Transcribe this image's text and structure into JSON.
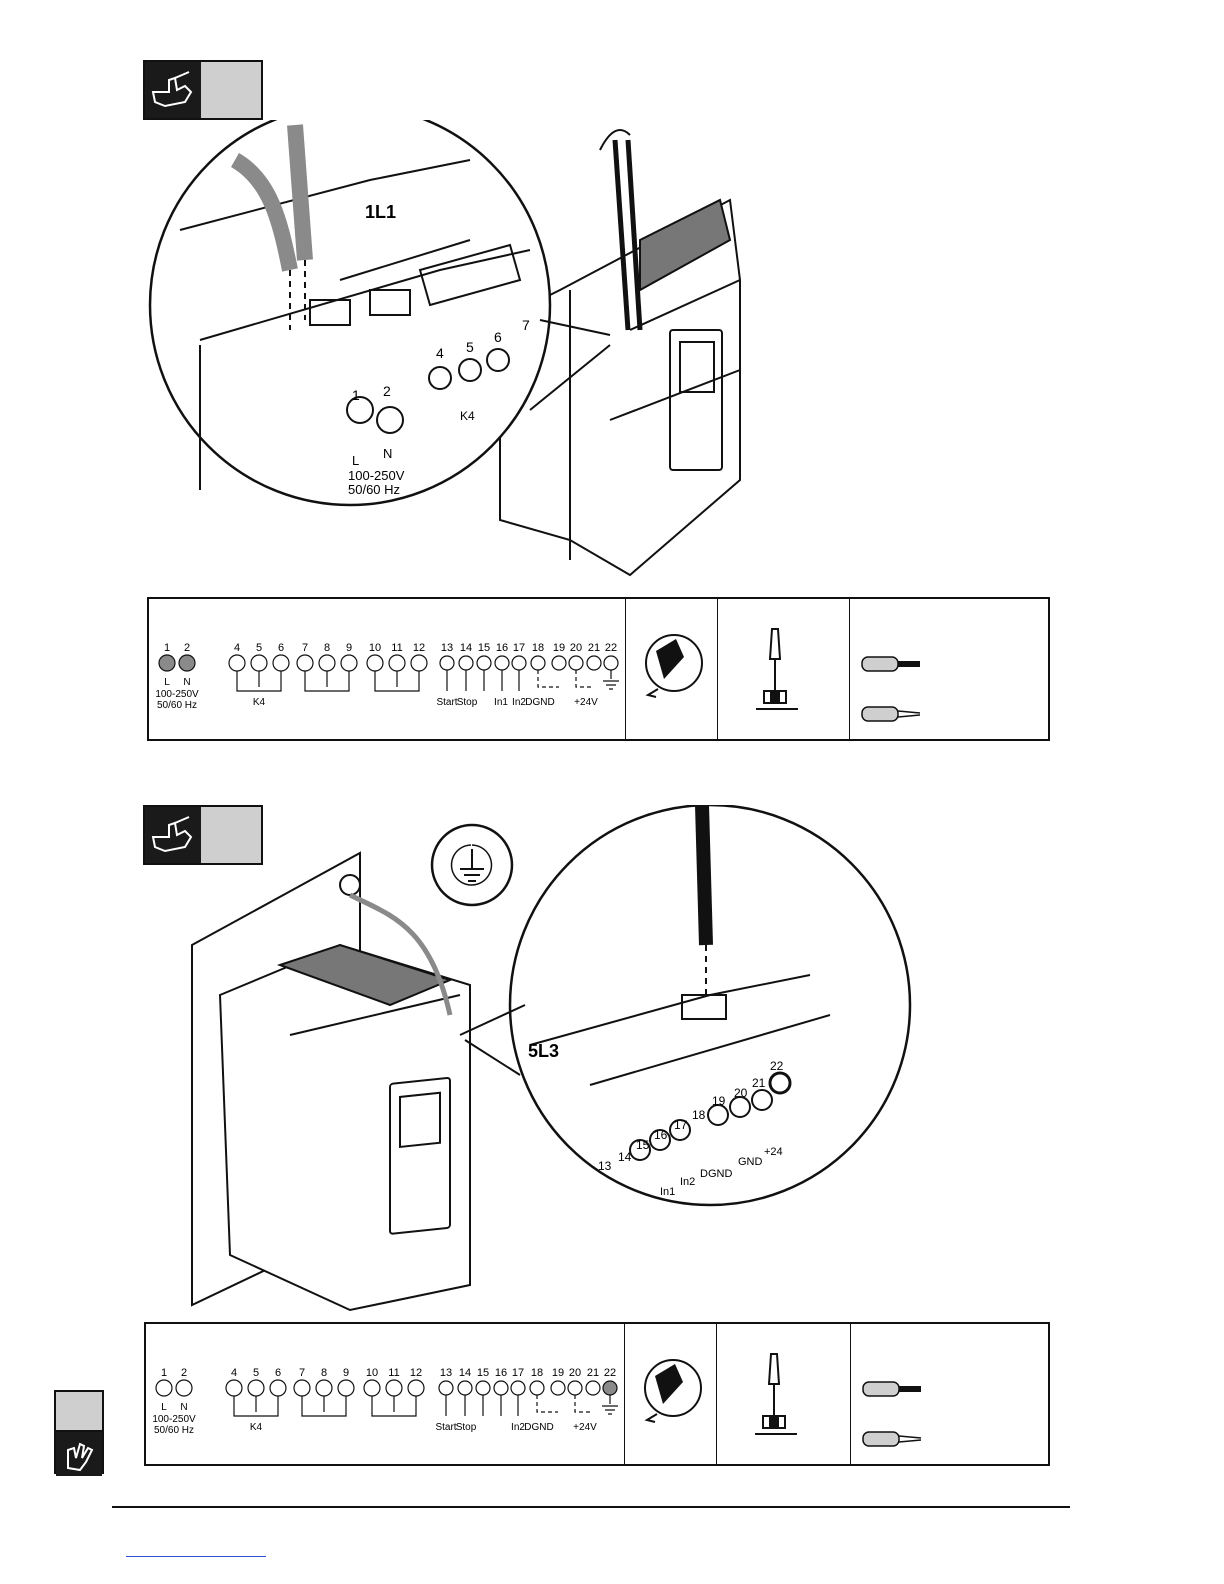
{
  "section1": {
    "zoom_label": "1L1",
    "terminal_numbers_zoom": [
      "1",
      "2",
      "4",
      "5",
      "6",
      "7"
    ],
    "supply_L": "L",
    "supply_N": "N",
    "supply_voltage": "100-250V",
    "supply_freq": "50/60 Hz",
    "relay_label": "K4"
  },
  "section2": {
    "zoom_label": "5L3",
    "terminal_numbers_zoom": [
      "13",
      "14",
      "15",
      "16",
      "17",
      "18",
      "19",
      "20",
      "21",
      "22"
    ],
    "zoom_labels": [
      "In1",
      "In2",
      "DGND",
      "GND",
      "+24"
    ]
  },
  "terminal_strip": {
    "numbers": [
      "1",
      "2",
      "4",
      "5",
      "6",
      "7",
      "8",
      "9",
      "10",
      "11",
      "12",
      "13",
      "14",
      "15",
      "16",
      "17",
      "18",
      "19",
      "20",
      "21",
      "22"
    ],
    "L": "L",
    "N": "N",
    "voltage": "100-250V",
    "freq": "50/60 Hz",
    "relay": "K4",
    "start": "Start",
    "stop": "Stop",
    "in1": "In1",
    "in2": "In2",
    "dgnd": "DGND",
    "p24": "+24V"
  },
  "colors": {
    "ink": "#111111",
    "badge_dark": "#1a1a1a",
    "badge_light": "#cfcfcf",
    "cable_grey": "#8a8a8a"
  },
  "icons": [
    "hand-pointer-icon",
    "torque-wrench-icon",
    "screwdriver-icon",
    "cable-end-icon",
    "ground-icon"
  ]
}
